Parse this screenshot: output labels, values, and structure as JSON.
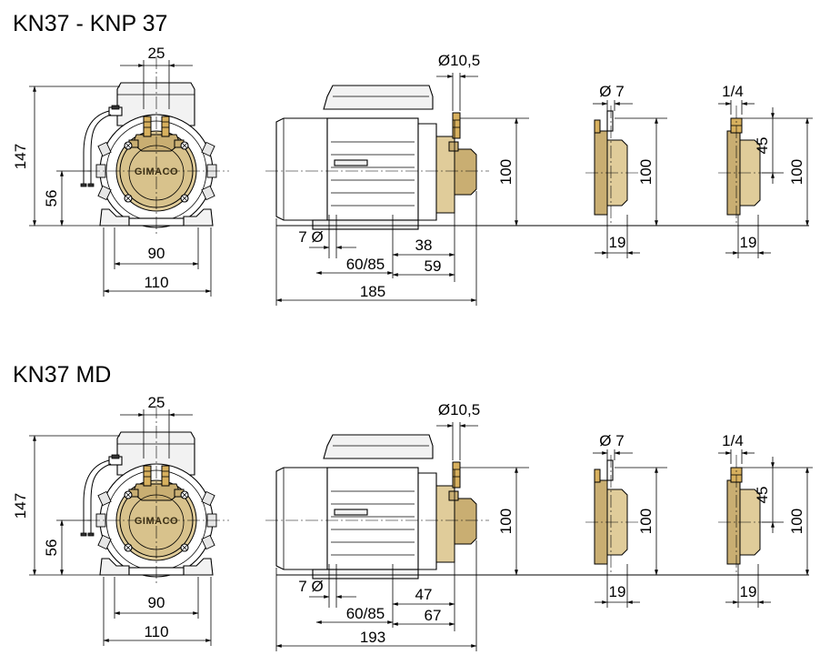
{
  "panels": [
    {
      "id": "top",
      "title": "KN37 - KNP 37",
      "front_view": {
        "width_top": "25",
        "height_total": "147",
        "shaft_height": "56",
        "foot_spacing": "90",
        "base_width": "110",
        "logo": "GIMACO"
      },
      "side_view": {
        "port_diameter": "Ø10,5",
        "height": "100",
        "hole": "7 Ø",
        "foot_range": "60/85",
        "dist_a": "38",
        "dist_b": "59",
        "length": "185"
      },
      "port_detail_1": {
        "diameter": "Ø 7",
        "height": "100",
        "width": "19"
      },
      "port_detail_2": {
        "thread": "1/4",
        "height_small": "45",
        "height": "100",
        "width": "19"
      }
    },
    {
      "id": "bottom",
      "title": "KN37 MD",
      "front_view": {
        "width_top": "25",
        "height_total": "147",
        "shaft_height": "56",
        "foot_spacing": "90",
        "base_width": "110",
        "logo": "GIMACO"
      },
      "side_view": {
        "port_diameter": "Ø10,5",
        "height": "100",
        "hole": "7 Ø",
        "foot_range": "60/85",
        "dist_a": "47",
        "dist_b": "67",
        "length": "193"
      },
      "port_detail_1": {
        "diameter": "Ø 7",
        "height": "100",
        "width": "19"
      },
      "port_detail_2": {
        "thread": "1/4",
        "height_small": "45",
        "height": "100",
        "width": "19"
      }
    }
  ],
  "colors": {
    "body_tan": "#e0cc9a",
    "tan_dark": "#c9ae72",
    "brass": "#d7b05e"
  }
}
